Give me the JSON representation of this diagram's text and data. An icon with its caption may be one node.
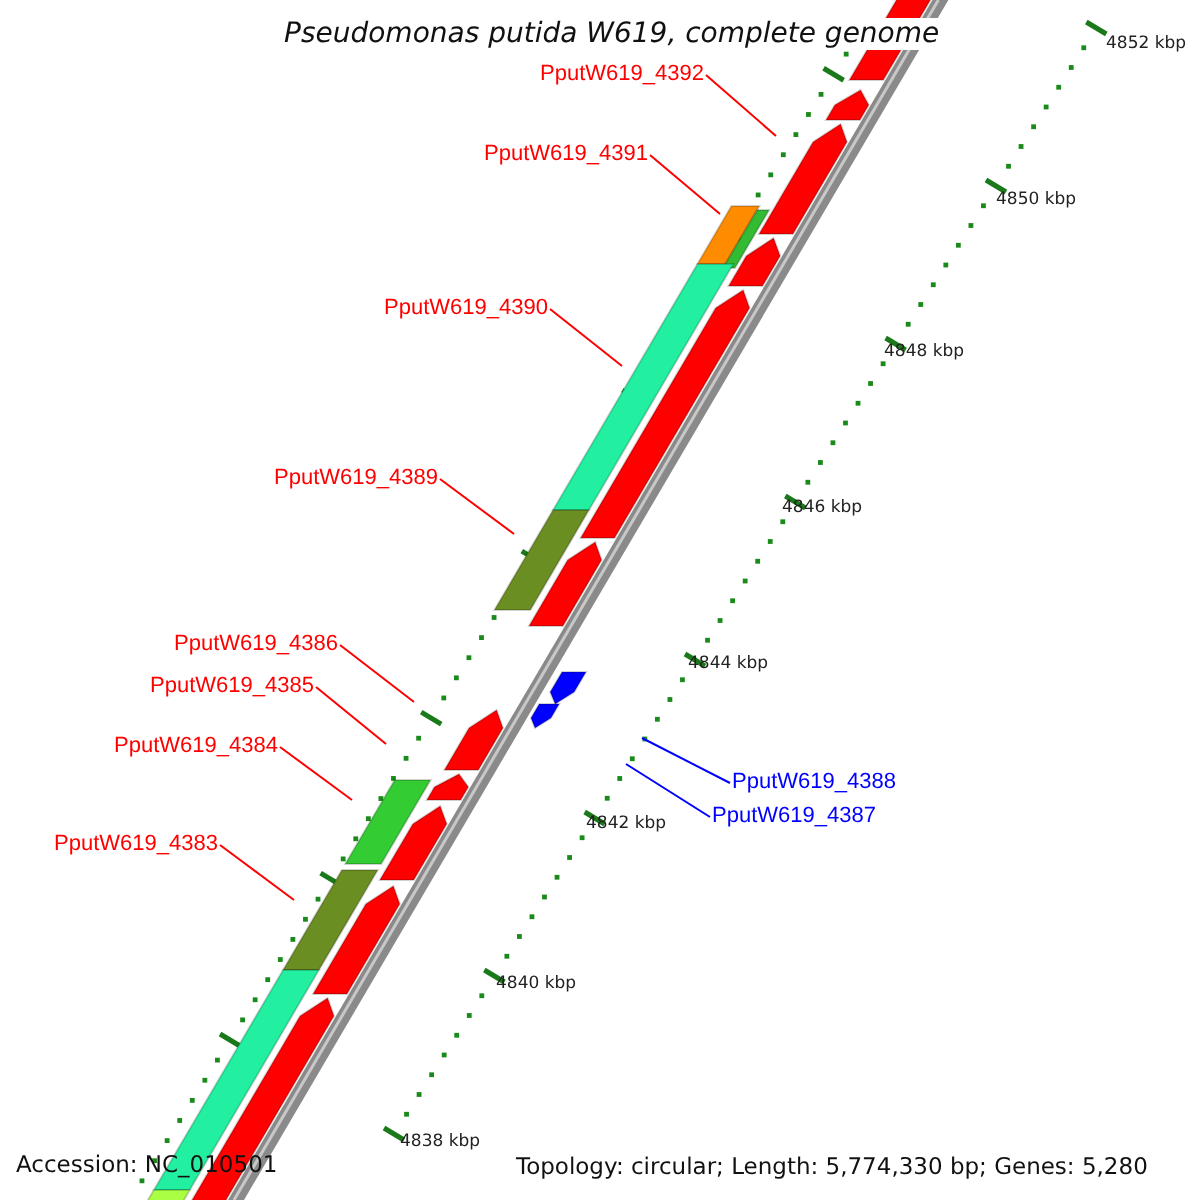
{
  "diagram": {
    "title": "Pseudomonas putida W619, complete genome",
    "nodes": [
      {
        "text": [
          "PputW619_4392"
        ]
      },
      {
        "text": [
          "PputW619_4391"
        ]
      },
      {
        "text": [
          "PputW619_4390"
        ]
      },
      {
        "text": [
          "PputW619_4389"
        ]
      },
      {
        "text": [
          "PputW619_4386"
        ]
      },
      {
        "text": [
          "PputW619_4385"
        ]
      },
      {
        "text": [
          "PputW619_4384"
        ]
      },
      {
        "text": [
          "PputW619_4383"
        ]
      },
      {
        "text": [
          "PputW619_4388"
        ]
      },
      {
        "text": [
          "PputW619_4387"
        ]
      }
    ],
    "edges": [
      {
        "from": 0,
        "to": null,
        "arrow": "none"
      },
      {
        "from": 1,
        "to": null,
        "arrow": "none"
      },
      {
        "from": 2,
        "to": null,
        "arrow": "none"
      },
      {
        "from": 3,
        "to": null,
        "arrow": "none"
      },
      {
        "from": 4,
        "to": null,
        "arrow": "none"
      },
      {
        "from": 5,
        "to": null,
        "arrow": "none"
      },
      {
        "from": 6,
        "to": null,
        "arrow": "none"
      },
      {
        "from": 7,
        "to": null,
        "arrow": "none"
      },
      {
        "from": 8,
        "to": null,
        "arrow": "none",
        "color": "#0000ff"
      },
      {
        "from": 9,
        "to": null,
        "arrow": "none",
        "color": "#0000ff"
      }
    ],
    "labels": [
      "4852 kbp",
      "4850 kbp",
      "4848 kbp",
      "4846 kbp",
      "4844 kbp",
      "4842 kbp",
      "4840 kbp",
      "4838 kbp",
      "Accession: NC_010501",
      "Topology: circular; Length: 5,774,330 bp; Genes: 5,280"
    ]
  }
}
